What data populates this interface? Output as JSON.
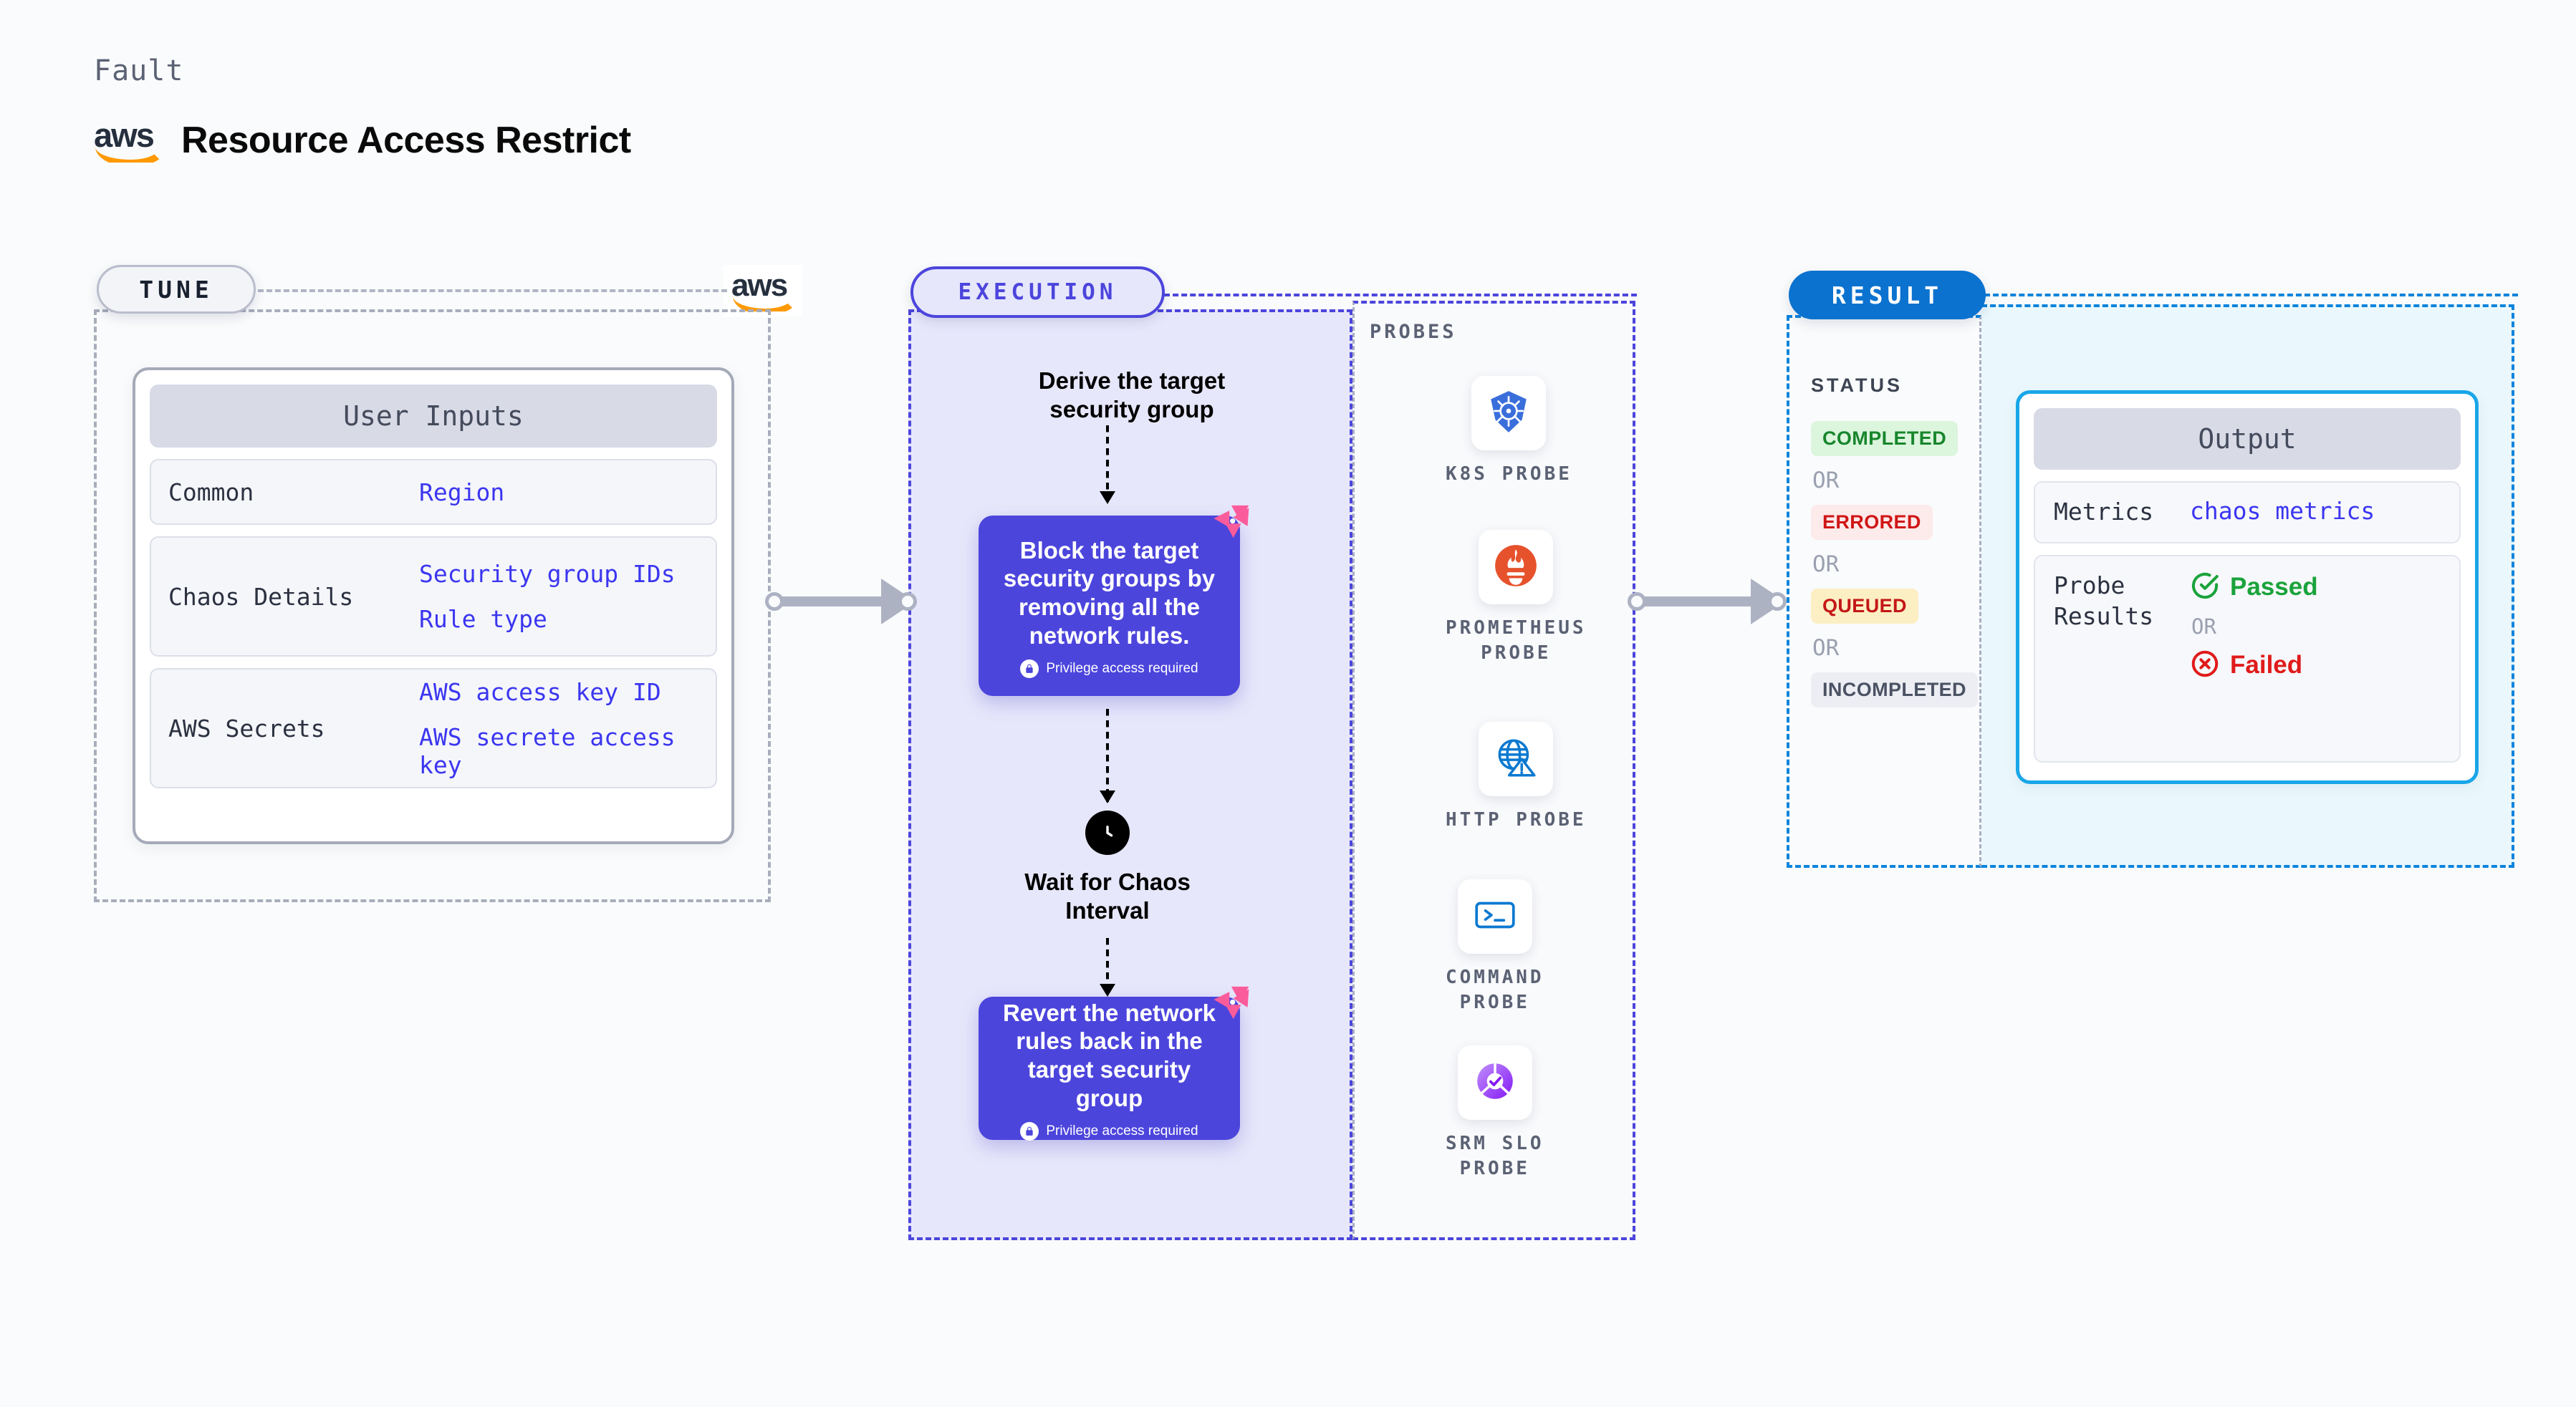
{
  "header": {
    "kicker": "Fault",
    "title": "Resource Access Restrict",
    "logo_alt": "aws-logo"
  },
  "stages": {
    "tune": {
      "badge": "TUNE",
      "vendor_logo": "aws-logo"
    },
    "execution": {
      "badge": "EXECUTION"
    },
    "result": {
      "badge": "RESULT"
    }
  },
  "tune": {
    "card_title": "User Inputs",
    "rows": [
      {
        "key": "Common",
        "values": [
          "Region"
        ]
      },
      {
        "key": "Chaos Details",
        "values": [
          "Security group IDs",
          "Rule type"
        ]
      },
      {
        "key": "AWS Secrets",
        "values": [
          "AWS access key ID",
          "AWS secrete access key"
        ]
      }
    ]
  },
  "execution": {
    "steps": [
      {
        "type": "label",
        "text": "Derive the target security group"
      },
      {
        "type": "action",
        "text": "Block the target security groups by removing all the network rules.",
        "note": "Privilege access required",
        "note_icon": "lock-icon",
        "corner_icon": "litmus-chaos-icon"
      },
      {
        "type": "wait",
        "icon": "clock-icon",
        "text": "Wait for Chaos Interval"
      },
      {
        "type": "action",
        "text": "Revert the network rules back in the target security group",
        "note": "Privilege access required",
        "note_icon": "lock-icon",
        "corner_icon": "litmus-chaos-icon"
      }
    ]
  },
  "probes": {
    "title": "PROBES",
    "items": [
      {
        "label": "K8S PROBE",
        "icon": "kubernetes-icon"
      },
      {
        "label": "PROMETHEUS\nPROBE",
        "icon": "prometheus-icon"
      },
      {
        "label": "HTTP PROBE",
        "icon": "http-globe-warning-icon"
      },
      {
        "label": "COMMAND\nPROBE",
        "icon": "terminal-icon"
      },
      {
        "label": "SRM SLO\nPROBE",
        "icon": "srm-slo-icon"
      }
    ]
  },
  "result": {
    "status_title": "STATUS",
    "or_label": "OR",
    "statuses": [
      {
        "label": "COMPLETED",
        "bg": "#dcf5dd",
        "fg": "#17862c"
      },
      {
        "label": "ERRORED",
        "bg": "#fdeaea",
        "fg": "#d01616"
      },
      {
        "label": "QUEUED",
        "bg": "#fcefc3",
        "fg": "#c41717"
      },
      {
        "label": "INCOMPLETED",
        "bg": "#eceef4",
        "fg": "#4b5263"
      }
    ],
    "output": {
      "title": "Output",
      "metrics_key": "Metrics",
      "metrics_value": "chaos metrics",
      "probe_key": "Probe Results",
      "passed_label": "Passed",
      "failed_label": "Failed",
      "or_label": "OR",
      "passed_icon": "check-circle-icon",
      "failed_icon": "x-circle-icon"
    }
  },
  "colors": {
    "accent_purple": "#4c45dc",
    "accent_blue": "#0b72cf",
    "probe_panel_border": "#4c45dc",
    "result_border": "#0b84dd",
    "aws_orange": "#f90",
    "litmus_pink": "#fa5c9b"
  }
}
